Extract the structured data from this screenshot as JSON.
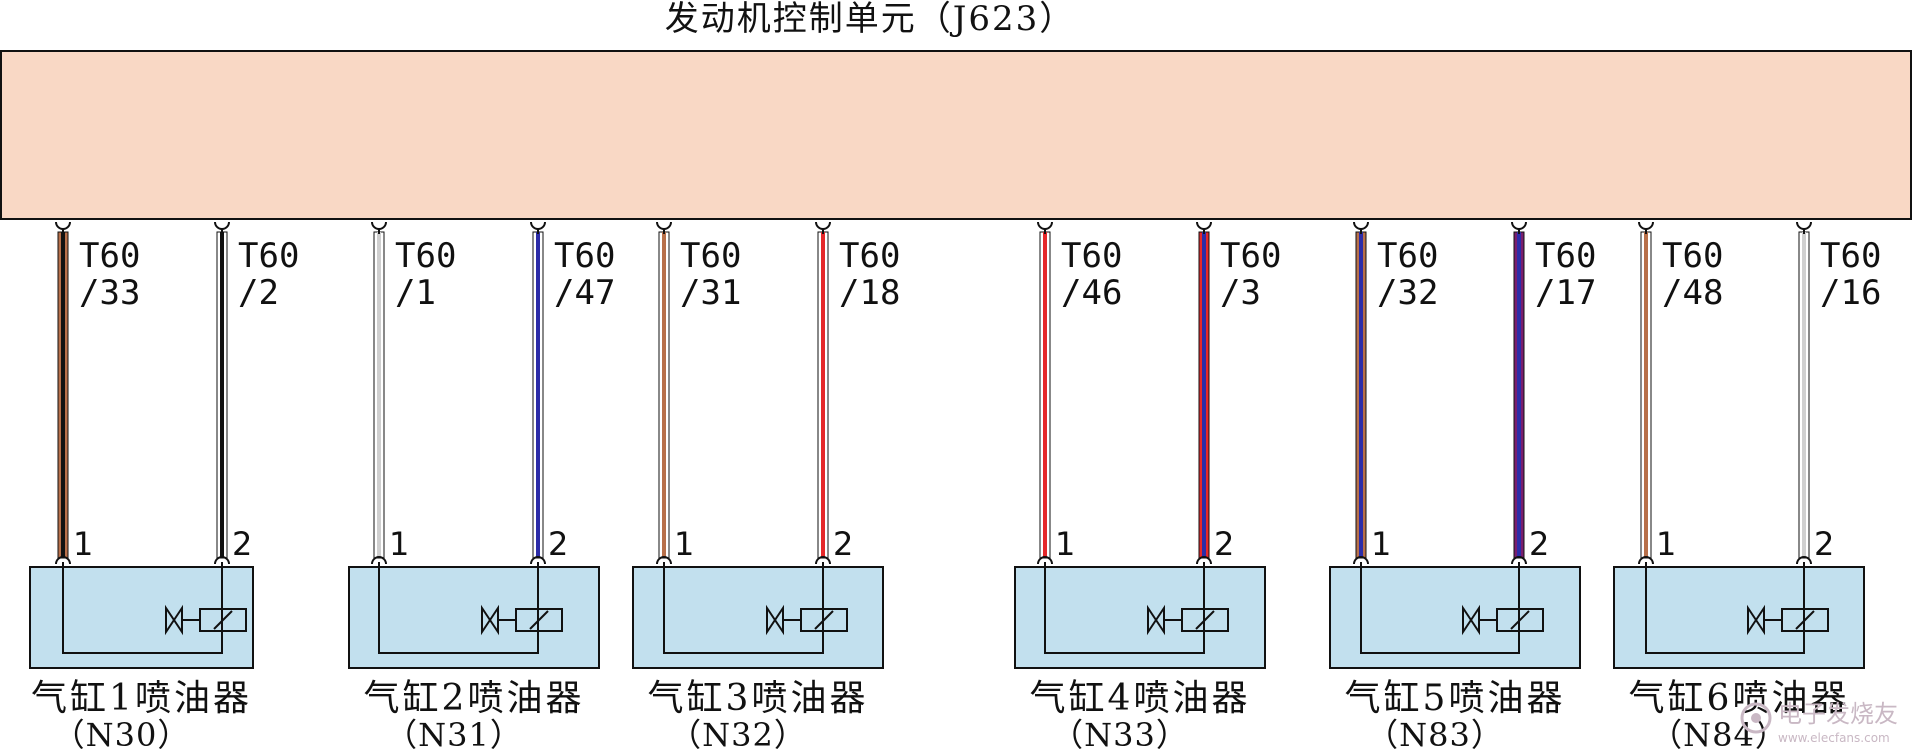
{
  "title": "发动机控制单元（J623）",
  "colors": {
    "ecu_fill": "#f9d8c5",
    "injector_fill": "#c2e0ee",
    "black": "#111111",
    "brown": "#b8704a",
    "white": "#ffffff",
    "grey": "#cfcfcf",
    "blue": "#2c2ca8",
    "red": "#e5282a",
    "purple": "#7a1e6e"
  },
  "injectors": [
    {
      "label": "气缸1喷油器",
      "code": "（N30）",
      "wires": [
        {
          "pin": "T60",
          "sub": "/33",
          "num": "1",
          "colors": [
            "black",
            "brown"
          ]
        },
        {
          "pin": "T60",
          "sub": "/2",
          "num": "2",
          "colors": [
            "black",
            "white"
          ]
        }
      ]
    },
    {
      "label": "气缸2喷油器",
      "code": "（N31）",
      "wires": [
        {
          "pin": "T60",
          "sub": "/1",
          "num": "1",
          "colors": [
            "grey",
            "white"
          ]
        },
        {
          "pin": "T60",
          "sub": "/47",
          "num": "2",
          "colors": [
            "blue",
            "white"
          ]
        }
      ]
    },
    {
      "label": "气缸3喷油器",
      "code": "（N32）",
      "wires": [
        {
          "pin": "T60",
          "sub": "/31",
          "num": "1",
          "colors": [
            "brown",
            "white"
          ]
        },
        {
          "pin": "T60",
          "sub": "/18",
          "num": "2",
          "colors": [
            "red",
            "white"
          ]
        }
      ]
    },
    {
      "label": "气缸4喷油器",
      "code": "（N33）",
      "wires": [
        {
          "pin": "T60",
          "sub": "/46",
          "num": "1",
          "colors": [
            "red",
            "white"
          ]
        },
        {
          "pin": "T60",
          "sub": "/3",
          "num": "2",
          "colors": [
            "blue",
            "red"
          ]
        }
      ]
    },
    {
      "label": "气缸5喷油器",
      "code": "（N83）",
      "wires": [
        {
          "pin": "T60",
          "sub": "/32",
          "num": "1",
          "colors": [
            "blue",
            "brown"
          ]
        },
        {
          "pin": "T60",
          "sub": "/17",
          "num": "2",
          "colors": [
            "blue",
            "purple"
          ]
        }
      ]
    },
    {
      "label": "气缸6喷油器",
      "code": "（N84）",
      "wires": [
        {
          "pin": "T60",
          "sub": "/48",
          "num": "1",
          "colors": [
            "brown",
            "white"
          ]
        },
        {
          "pin": "T60",
          "sub": "/16",
          "num": "2",
          "colors": [
            "grey",
            "white"
          ]
        }
      ]
    }
  ],
  "watermark": "电子发烧友",
  "watermark_url": "www.elecfans.com"
}
